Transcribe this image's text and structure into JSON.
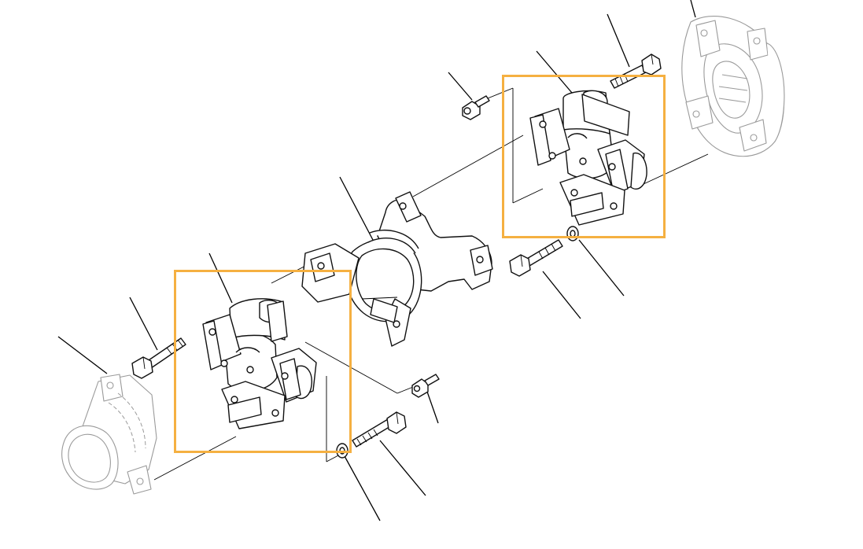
{
  "diagram": {
    "highlight_color": "#f5b041",
    "highlighted_parts": [
      "spider-bearing-kit-upper",
      "spider-bearing-kit-lower"
    ],
    "parts": [
      {
        "id": "companion-flange-upper",
        "icon": "flange-icon",
        "style": "phantom"
      },
      {
        "id": "spider-bearing-kit-upper",
        "icon": "cross-joint-icon",
        "highlighted": true
      },
      {
        "id": "bolt-upper-top",
        "icon": "bolt-icon"
      },
      {
        "id": "grease-fitting-upper",
        "icon": "nipple-icon"
      },
      {
        "id": "bolt-upper-lower",
        "icon": "bolt-icon"
      },
      {
        "id": "washer-upper",
        "icon": "washer-icon"
      },
      {
        "id": "slip-yoke",
        "icon": "yoke-icon"
      },
      {
        "id": "spider-bearing-kit-lower",
        "icon": "cross-joint-icon",
        "highlighted": true
      },
      {
        "id": "bolt-lower-left",
        "icon": "bolt-icon"
      },
      {
        "id": "grease-fitting-lower",
        "icon": "nipple-icon"
      },
      {
        "id": "bolt-lower-bottom",
        "icon": "bolt-icon"
      },
      {
        "id": "washer-lower",
        "icon": "washer-icon"
      },
      {
        "id": "companion-flange-lower",
        "icon": "flange-icon",
        "style": "phantom"
      }
    ]
  }
}
